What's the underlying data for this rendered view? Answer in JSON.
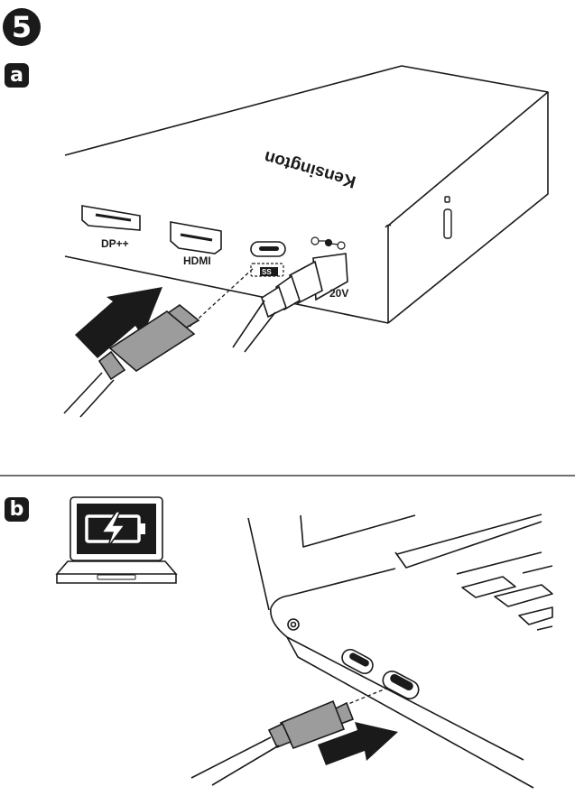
{
  "step": {
    "number": "5"
  },
  "panel_a": {
    "badge": "a",
    "brand": "Kensington",
    "ports": {
      "displayport": "DP++",
      "hdmi": "HDMI",
      "usb_c_logo": "SS",
      "power_voltage": "20V"
    }
  },
  "panel_b": {
    "badge": "b",
    "icon": "laptop-charging-icon"
  },
  "colors": {
    "ink": "#1a1a1a",
    "plug_fill": "#9c9c9c",
    "arrow": "#1a1a1a"
  }
}
